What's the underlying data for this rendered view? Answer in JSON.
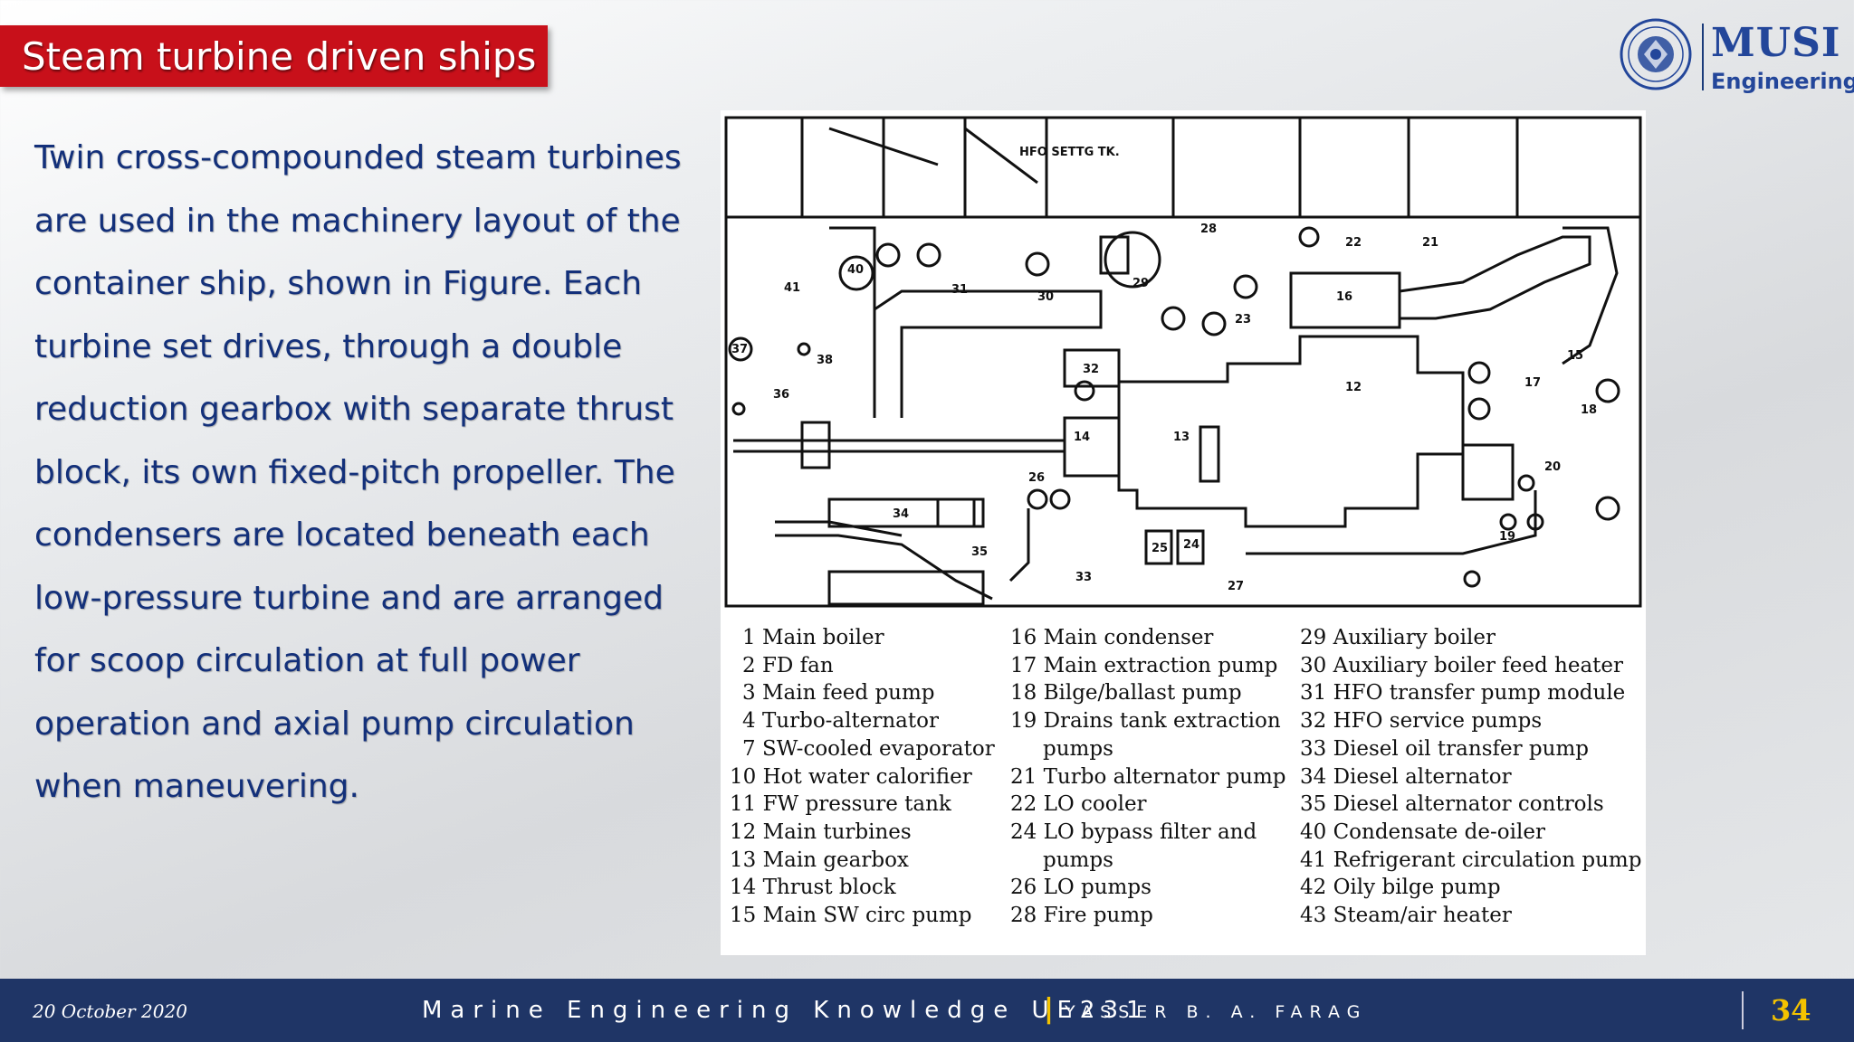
{
  "title": "Steam turbine driven ships",
  "logo": {
    "name": "MUSI",
    "subtitle": "Engineering"
  },
  "body_lines": [
    "Twin cross-compounded steam turbines",
    "are used in the machinery layout of the",
    "container ship, shown in Figure. Each",
    "turbine set drives, through a double",
    "reduction gearbox with separate thrust",
    "block, its own fixed-pitch propeller. The",
    "condensers are located beneath each",
    "low-pressure turbine and are arranged",
    "for scoop circulation at full power",
    "operation and axial pump circulation",
    "when maneuvering."
  ],
  "figure": {
    "tank_label": "HFO SETTG TK.",
    "labels": [
      "41",
      "40",
      "31",
      "30",
      "29",
      "28",
      "22",
      "21",
      "16",
      "38",
      "37",
      "36",
      "32",
      "12",
      "17",
      "18",
      "15",
      "14",
      "13",
      "26",
      "20",
      "34",
      "35",
      "25",
      "24",
      "27",
      "33",
      "19",
      "23"
    ],
    "legend_col1": [
      "1 Main boiler",
      "2 FD fan",
      "3 Main feed pump",
      "4 Turbo-alternator",
      "7 SW-cooled evaporator",
      "10 Hot water calorifier",
      "11 FW pressure tank",
      "12 Main turbines",
      "13 Main gearbox",
      "14 Thrust block",
      "15 Main SW circ pump"
    ],
    "legend_col2": [
      "16 Main condenser",
      "17 Main extraction pump",
      "18 Bilge/ballast pump",
      "19 Drains tank extraction",
      "pumps",
      "21 Turbo alternator pump",
      "22 LO cooler",
      "24 LO bypass filter and",
      "pumps",
      "26 LO pumps",
      "28 Fire pump"
    ],
    "legend_col3": [
      "29 Auxiliary boiler",
      "30 Auxiliary boiler feed heater",
      "31 HFO transfer pump module",
      "32 HFO service pumps",
      "33 Diesel oil transfer pump",
      "34 Diesel alternator",
      "35 Diesel alternator controls",
      "40 Condensate de-oiler",
      "41 Refrigerant circulation pump",
      "42 Oily bilge pump",
      "43 Steam/air heater"
    ]
  },
  "footer": {
    "date": "20 October 2020",
    "course": "Marine Engineering Knowledge UE231",
    "separator": "|",
    "author": "YASSER B. A. FARAG",
    "page": "34"
  },
  "colors": {
    "title_bg": "#c8101a",
    "text": "#13307a",
    "footer_bg": "#1f3566",
    "accent": "#f4c300"
  }
}
